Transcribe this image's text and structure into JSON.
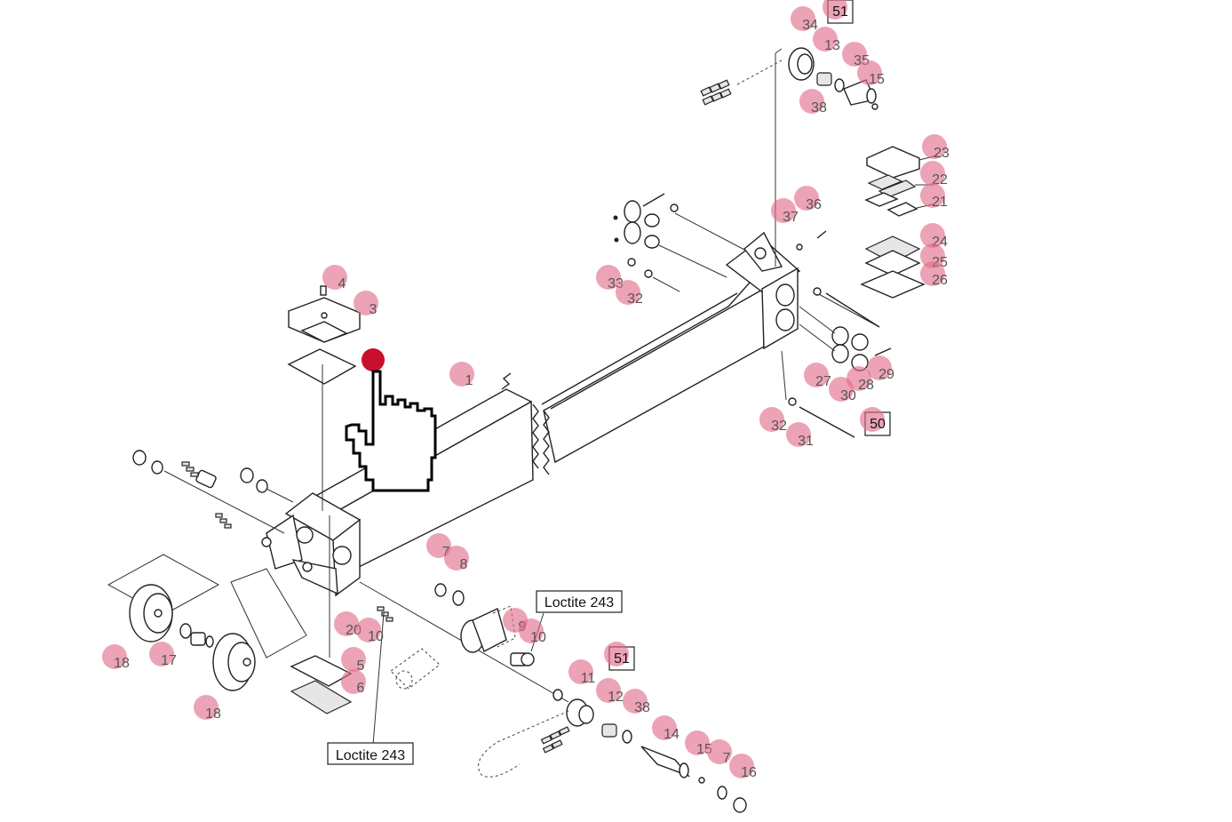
{
  "callouts": [
    {
      "id": "c51a",
      "label": "51",
      "boxed": true
    },
    {
      "id": "c34",
      "label": "34"
    },
    {
      "id": "c13a",
      "label": "13"
    },
    {
      "id": "c35",
      "label": "35"
    },
    {
      "id": "c15a",
      "label": "15"
    },
    {
      "id": "c38a",
      "label": "38"
    },
    {
      "id": "c23",
      "label": "23"
    },
    {
      "id": "c22",
      "label": "22"
    },
    {
      "id": "c21",
      "label": "21"
    },
    {
      "id": "c37",
      "label": "37"
    },
    {
      "id": "c36",
      "label": "36"
    },
    {
      "id": "c24",
      "label": "24"
    },
    {
      "id": "c25",
      "label": "25"
    },
    {
      "id": "c26",
      "label": "26"
    },
    {
      "id": "c33",
      "label": "33"
    },
    {
      "id": "c32a",
      "label": "32"
    },
    {
      "id": "c4",
      "label": "4"
    },
    {
      "id": "c3",
      "label": "3"
    },
    {
      "id": "c1",
      "label": "1"
    },
    {
      "id": "c27",
      "label": "27"
    },
    {
      "id": "c28",
      "label": "28"
    },
    {
      "id": "c29",
      "label": "29"
    },
    {
      "id": "c30",
      "label": "30"
    },
    {
      "id": "c50",
      "label": "50",
      "boxed": true
    },
    {
      "id": "c32b",
      "label": "32"
    },
    {
      "id": "c31",
      "label": "31"
    },
    {
      "id": "c7a",
      "label": "7"
    },
    {
      "id": "c8",
      "label": "8"
    },
    {
      "id": "c9",
      "label": "9"
    },
    {
      "id": "c10a",
      "label": "10"
    },
    {
      "id": "c20",
      "label": "20"
    },
    {
      "id": "c10b",
      "label": "10"
    },
    {
      "id": "c5",
      "label": "5"
    },
    {
      "id": "c6",
      "label": "6"
    },
    {
      "id": "c18a",
      "label": "18"
    },
    {
      "id": "c17",
      "label": "17"
    },
    {
      "id": "c18b",
      "label": "18"
    },
    {
      "id": "c51b",
      "label": "51",
      "boxed": true
    },
    {
      "id": "c11",
      "label": "11"
    },
    {
      "id": "c12",
      "label": "12"
    },
    {
      "id": "c38b",
      "label": "38"
    },
    {
      "id": "c14",
      "label": "14"
    },
    {
      "id": "c15b",
      "label": "15"
    },
    {
      "id": "c7b",
      "label": "7"
    },
    {
      "id": "c16",
      "label": "16"
    }
  ],
  "notes": [
    {
      "id": "n1",
      "text": "Loctite 243"
    },
    {
      "id": "n2",
      "text": "Loctite 243"
    }
  ],
  "colors": {
    "hotspot": "#e06a88",
    "hotspot_active": "#c8102e",
    "line": "#222222"
  },
  "cursor": {
    "icon": "hand-pointer-icon"
  }
}
